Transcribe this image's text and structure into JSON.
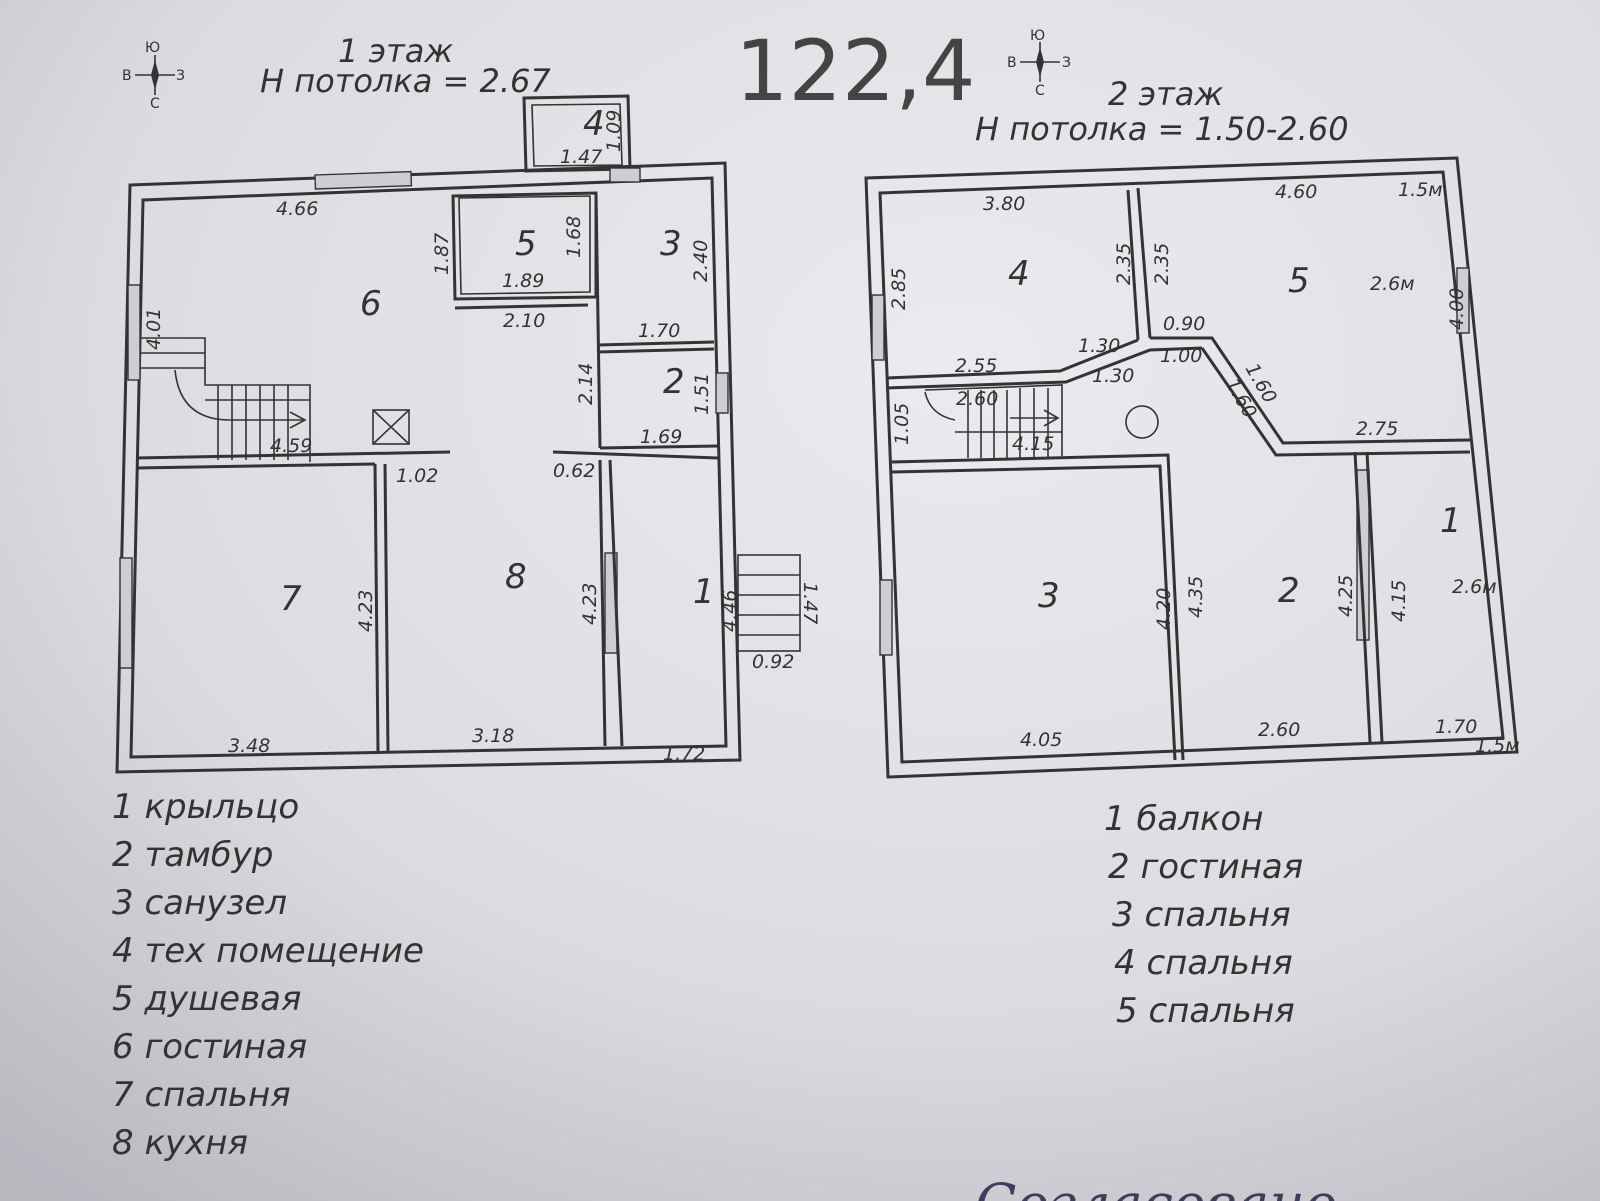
{
  "total_area": "122,4",
  "floor1": {
    "title": "1 этаж",
    "ceiling": "H потолка = 2.67",
    "compass": [
      "Ю",
      "З",
      "С",
      "В"
    ],
    "rooms": [
      "1",
      "2",
      "3",
      "4",
      "5",
      "6",
      "7",
      "8"
    ],
    "dims": [
      "4.66",
      "1.47",
      "1.09",
      "1.87",
      "1.68",
      "1.89",
      "2.40",
      "4.01",
      "2.10",
      "1.70",
      "2.14",
      "1.51",
      "4.59",
      "1.02",
      "1.69",
      "0.62",
      "4.23",
      "4.23",
      "4.46",
      "1.47",
      "0.92",
      "3.48",
      "3.18",
      "1.72"
    ],
    "legend": [
      "1 крыльцо",
      "2 тамбур",
      "3 санузел",
      "4 тех помещение",
      "5 душевая",
      "6 гостиная",
      "7 спальня",
      "8 кухня"
    ]
  },
  "floor2": {
    "title": "2 этаж",
    "ceiling": "H потолка = 1.50-2.60",
    "compass": [
      "Ю",
      "З",
      "С",
      "В"
    ],
    "rooms": [
      "1",
      "2",
      "3",
      "4",
      "5"
    ],
    "dims": [
      "3.80",
      "4.60",
      "1.5м",
      "2.85",
      "2.35",
      "2.35",
      "2.6м",
      "4.00",
      "0.90",
      "1.30",
      "1.30",
      "1.00",
      "2.55",
      "2.60",
      "1.60",
      "1.60",
      "1.05",
      "4.15",
      "2.75",
      "4.20",
      "4.35",
      "4.25",
      "4.15",
      "2.6м",
      "4.05",
      "2.60",
      "1.70",
      "1.5м"
    ],
    "legend": [
      "1 балкон",
      "2 гостиная",
      "3 спальня",
      "4 спальня",
      "5 спальня"
    ]
  },
  "signature": "Согласовано"
}
